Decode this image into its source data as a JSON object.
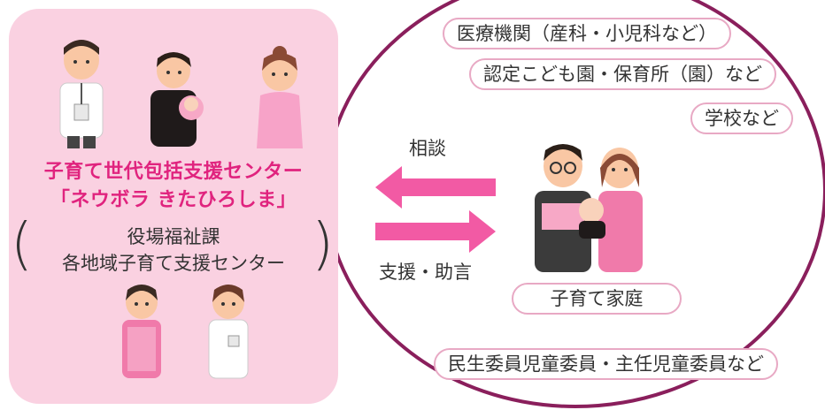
{
  "center": {
    "title_line1": "子育て世代包括支援センター",
    "title_line2": "「ネウボラ きたひろしま」",
    "sub_line1": "役場福祉課",
    "sub_line2": "各地域子育て支援センター"
  },
  "partners": {
    "medical": "医療機関（産科・小児科など）",
    "nursery": "認定こども園・保育所（園）など",
    "school": "学校など",
    "welfare": "民生委員児童委員・主任児童委員など"
  },
  "family": {
    "label": "子育て家庭"
  },
  "arrows": {
    "consult": "相談",
    "support": "支援・助言"
  },
  "colors": {
    "box_fill": "#fad1e1",
    "title": "#e0237e",
    "arrow": "#f25aa4",
    "ellipse": "#8a1f5c",
    "pill_border": "#e8a9c4"
  }
}
